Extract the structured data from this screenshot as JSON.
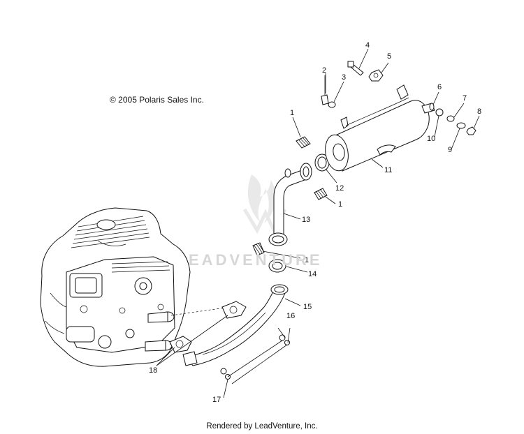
{
  "copyright": "© 2005 Polaris Sales Inc.",
  "footer": "Rendered by LeadVenture, Inc.",
  "watermark": "EADVENTURE",
  "callouts": {
    "c1a": "1",
    "c1b": "1",
    "c1c": "1",
    "c2": "2",
    "c3": "3",
    "c4": "4",
    "c5": "5",
    "c6": "6",
    "c7": "7",
    "c8": "8",
    "c9": "9",
    "c10": "10",
    "c11": "11",
    "c12": "12",
    "c13": "13",
    "c14": "14",
    "c15": "15",
    "c16": "16",
    "c17": "17",
    "c18": "18"
  }
}
